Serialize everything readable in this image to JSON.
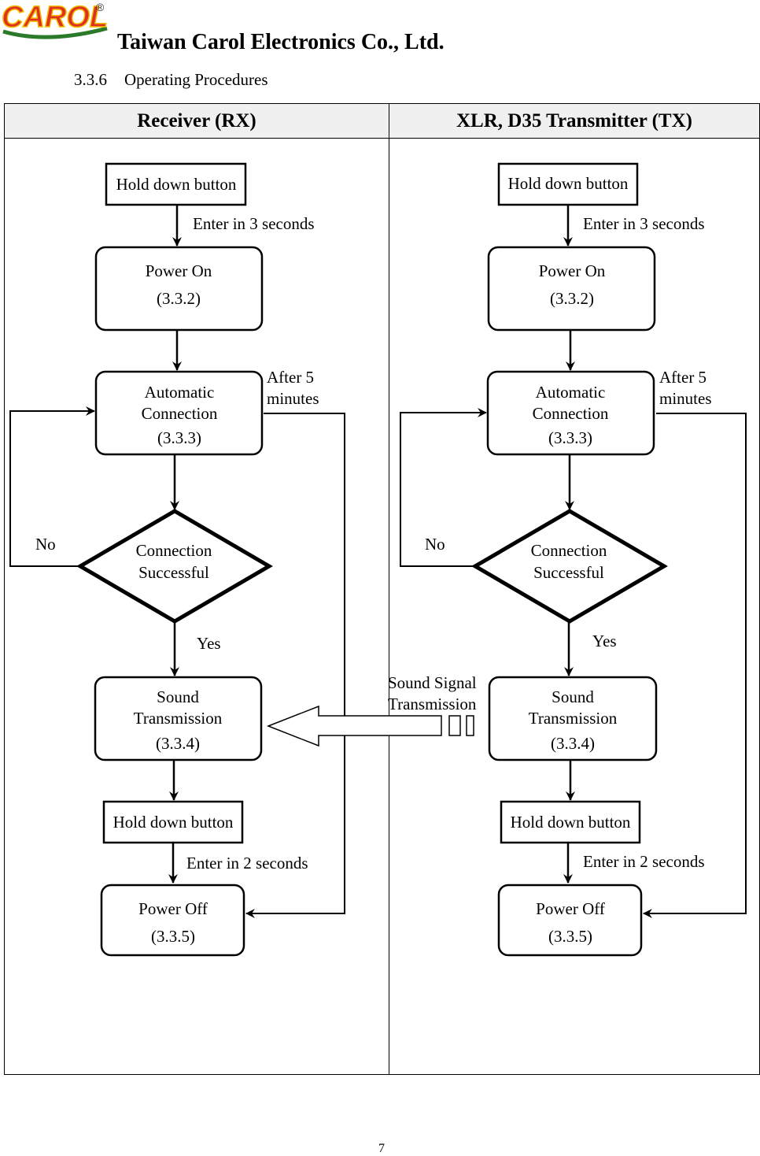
{
  "header": {
    "logo_text": "CAROL",
    "logo_mark": "®",
    "company": "Taiwan Carol Electronics Co., Ltd.",
    "section_number": "3.3.6",
    "section_title": "Operating Procedures"
  },
  "table": {
    "col_rx": "Receiver (RX)",
    "col_tx": "XLR, D35 Transmitter (TX)"
  },
  "rx": {
    "hold_start": "Hold down button",
    "enter_3": "Enter in 3 seconds",
    "power_on": "Power On",
    "power_on_ref": "(3.3.2)",
    "auto_1": "Automatic",
    "auto_2": "Connection",
    "auto_ref": "(3.3.3)",
    "after_1": "After 5",
    "after_2": "minutes",
    "decision_1": "Connection",
    "decision_2": "Successful",
    "no": "No",
    "yes": "Yes",
    "sound_1": "Sound",
    "sound_2": "Transmission",
    "sound_ref": "(3.3.4)",
    "hold_end": "Hold down button",
    "enter_2": "Enter in 2 seconds",
    "power_off": "Power Off",
    "power_off_ref": "(3.3.5)"
  },
  "tx": {
    "hold_start": "Hold down button",
    "enter_3": "Enter in 3 seconds",
    "power_on": "Power On",
    "power_on_ref": "(3.3.2)",
    "auto_1": "Automatic",
    "auto_2": "Connection",
    "auto_ref": "(3.3.3)",
    "after_1": "After 5",
    "after_2": "minutes",
    "decision_1": "Connection",
    "decision_2": "Successful",
    "no": "No",
    "yes": "Yes",
    "sound_1": "Sound",
    "sound_2": "Transmission",
    "sound_ref": "(3.3.4)",
    "hold_end": "Hold down button",
    "enter_2": "Enter in 2 seconds",
    "power_off": "Power Off",
    "power_off_ref": "(3.3.5)"
  },
  "signal": {
    "line1": "Sound Signal",
    "line2": "Transmission"
  },
  "footer": {
    "page": "7"
  }
}
